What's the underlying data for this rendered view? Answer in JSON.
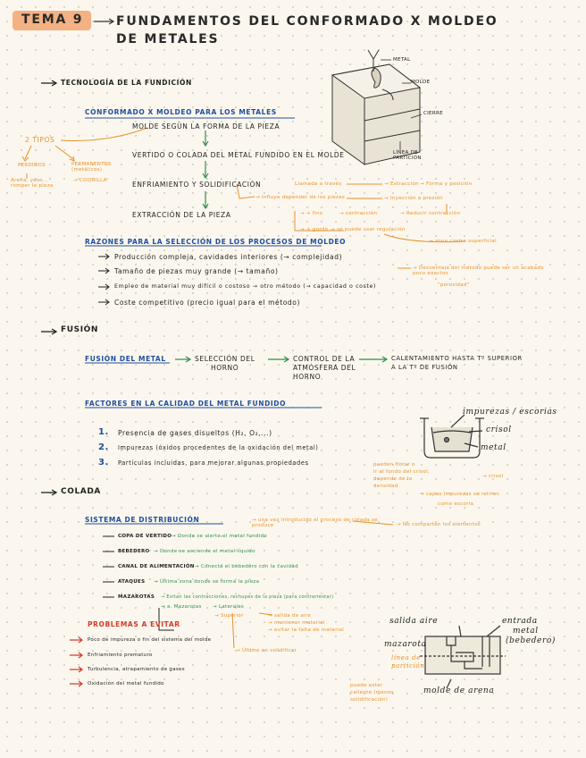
{
  "header": {
    "tema": "TEMA 9",
    "title_l1": "FUNDAMENTOS DEL CONFORMADO X MOLDEO",
    "title_l2": "DE METALES"
  },
  "s1": {
    "title": "TECNOLOGÍA DE LA FUNDICIÓN",
    "sub": "CONFORMADO X MOLDEO PARA LOS METALES",
    "steps": [
      "MOLDE SEGÚN LA FORMA DE LA PIEZA",
      "VERTIDO O COLADA DEL METAL FUNDIDO EN EL MOLDE",
      "ENFRIAMIENTO Y SOLIDIFICACIÓN",
      "EXTRACCIÓN DE LA PIEZA"
    ],
    "tipos": "2 TIPOS",
    "perm": "PERMANENTES (metálicos)",
    "perm2": "→ COQUILLA",
    "perd": "PERDIDOS",
    "perd2": "Arena, yeso... romper la pieza",
    "contraccion": "→ influye depender de los piezas",
    "fino": "→ + fino",
    "fino2": "→ contracción",
    "fino3": "→ Reducir contracción",
    "gordo": "→ + gordo",
    "gordo2": "→ se puede usar regulación",
    "sol": "Llamada a través",
    "sol2": "→ Extracción",
    "fs1": "→ Forma y posición",
    "fs2": "→ Inyección a presión",
    "zona": "→ zona costra superficial",
    "razones": "RAZONES PARA LA SELECCIÓN DE LOS PROCESOS DE MOLDEO",
    "r": [
      "Producción compleja, cavidades interiores (→ complejidad)",
      "Tamaño de piezas muy grande (→ tamaño)",
      "Empleo de material muy difícil o costoso → otro método (→ capacidad o coste)",
      "Coste competitivo (precio igual para el método)"
    ],
    "desv": "→ Desventaja del método puede ser un acabado poco exactos",
    "desv2": "\"porosidad\""
  },
  "s2": {
    "title": "FUSIÓN",
    "fusion": "FUSIÓN DEL METAL",
    "sel": "SELECCIÓN DEL",
    "sel2": "HORNO",
    "ctrl": "CONTROL DE LA",
    "ctrl2": "ATMÓSFERA DEL",
    "ctrl3": "HORNO",
    "cal": "CALENTAMIENTO HASTA Tº SUPERIOR",
    "cal2": "A LA Tº DE FUSIÓN",
    "factores": "FACTORES EN LA CALIDAD DEL METAL FUNDIDO",
    "f1": "Presencia de gases disueltos (H₂, O₂,...)",
    "f2": "Impurezas (óxidos procedentes de la oxidación del metal)",
    "f3": "Partículas incluidas, para mejorar algunas propiedades",
    "n1": "1.",
    "n2": "2.",
    "n3": "3.",
    "fl1": "pueden flotar o",
    "fl2": "ir al fondo del crisol,",
    "fl3": "depende de la",
    "fl4": "densidad",
    "fl5": "→ crisol",
    "esc1": "→ capas impurezas se retiran",
    "esc2": "como escoria"
  },
  "diag1": {
    "impurezas": "impurezas / escorias",
    "crisol": "crisol",
    "metal": "metal",
    "embudo": "METAL",
    "molde": "MOLDE",
    "cierre": "CIERRE",
    "linea": "LÍNEA DE PARTICIÓN"
  },
  "s3": {
    "title": "COLADA",
    "sistema": "SISTEMA DE DISTRIBUCIÓN",
    "sist_note": "→ una vez introducido el proceso de colada se produce",
    "sist_note2": "→ No comparten los elementos",
    "items": [
      [
        "COPA DE VERTIDO",
        "→ Donde se vierte el metal fundido"
      ],
      [
        "BEBEDERO",
        "→ Donde se asciende el metal líquido"
      ],
      [
        "CANAL DE ALIMENTACIÓN",
        "→ Conecta el bebedero con la cavidad"
      ],
      [
        "ATAQUES",
        "→ Última zona donde se forma la pieza"
      ],
      [
        "MAZAROTAS",
        "→ Evitan las contracciones, rechupes de la pieza (para contrarrestar)"
      ]
    ],
    "maz1": "→ a. Mazarotas",
    "maz2": "→ Laterales",
    "maz3": "→ Superior",
    "maz4": "→ salida de aire",
    "maz5": "→ mantener material",
    "maz6": "→ evitar la falta de material",
    "ultimo": "→ Último en solidificar",
    "problemas": "PROBLEMAS A EVITAR",
    "p": [
      "Poco de impureza o fin del sistema del molde",
      "Enfriamiento prematuro",
      "Turbulencia, atrapamiento de gases",
      "Oxidación del metal fundido"
    ]
  },
  "diag2": {
    "salida": "salida aire",
    "entrada": "entrada",
    "entrada2": "metal",
    "entrada3": "(bebedero)",
    "mazarota": "mazarota",
    "linea": "línea de",
    "linea2": "partición",
    "molde": "molde de arena",
    "puede": "puede estar",
    "puede2": "caliente (menos",
    "puede3": "solidificación)"
  },
  "colors": {
    "blue": "#1f4fa0",
    "orange": "#e8902a",
    "green": "#2f8f4a",
    "red": "#d63b2a"
  }
}
